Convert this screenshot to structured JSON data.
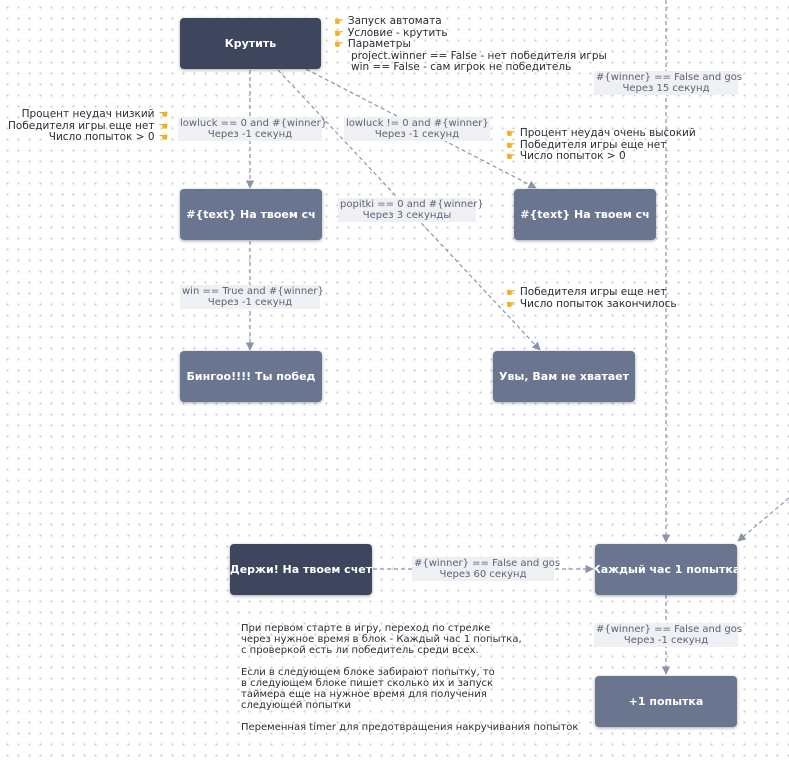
{
  "nodes": {
    "spin": "Крутить",
    "text_left": "#{text}  На твоем сч",
    "text_right": "#{text}  На твоем сч",
    "bingo": "Бингоо!!!!  Ты побед",
    "lack": "Увы, Вам не хватает",
    "hold": "Держи! На твоем счет",
    "hourly": "Каждый час 1 попытка",
    "plus_one": "+1 попытка"
  },
  "edge_labels": {
    "lowluck_zero": [
      "lowluck == 0 and #{winner}",
      "Через -1 секунд"
    ],
    "lowluck_nonzero": [
      "lowluck != 0 and #{winner}",
      "Через -1 секунд"
    ],
    "popitki_zero": [
      "popitki == 0 and #{winner}",
      "Через 3 секунды"
    ],
    "win_true": [
      "win == True and #{winner}",
      "Через -1 секунд"
    ],
    "winner_15": [
      "#{winner} == False and gos",
      "Через 15 секунд"
    ],
    "winner_60": [
      "#{winner} == False and gos",
      "Через 60 секунд"
    ],
    "winner_minus1": [
      "#{winner} == False and gos",
      "Через -1 секунд"
    ]
  },
  "notes": {
    "spin": [
      "Запуск автомата",
      "Условие - крутить",
      "Параметры",
      "project.winner == False - нет победителя игры",
      "win == False - сам игрок не победитель"
    ],
    "left": [
      "Процент неудач  низкий",
      "Победителя игры еще нет",
      "Число попыток > 0"
    ],
    "right": [
      "Процент неудач очень высокий",
      "Победителя игры еще нет",
      "Число попыток > 0"
    ],
    "lack": [
      "Победителя игры еще нет",
      "Число попыток закончилось"
    ]
  },
  "description": {
    "p1": [
      "При первом старте в игру, переход по стрелке",
      "через нужное время в блок - Каждый час 1 попытка,",
      "с проверкой есть ли победитель среди всех."
    ],
    "p2": [
      "Если в следующем блоке забирают попытку,  то",
      "в следующем блоке пишет сколько их и запуск",
      "таймера еще на нужное время для получения",
      "следующей попытки"
    ],
    "p3": [
      "Переменная timer для предотвращения накручивания попыток"
    ]
  },
  "icons": {
    "note_marker": "pointing-hand-icon"
  },
  "colors": {
    "node": "#6a7590",
    "node_dark": "#3d465c",
    "edge": "#8b94aa",
    "label_bg": "#eef0f4"
  }
}
